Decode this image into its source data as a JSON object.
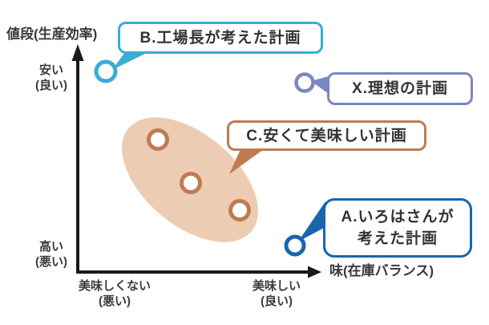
{
  "diagram": {
    "y_axis": {
      "title": "値段(生産効率)",
      "top_label": "安い\n(良い)",
      "bottom_label": "高い\n(悪い)"
    },
    "x_axis": {
      "title": "味(在庫バランス)",
      "left_label": "美味しくない\n(悪い)",
      "right_label": "美味しい\n(良い)"
    },
    "callouts": {
      "b": {
        "label": "B.工場長が考えた計画",
        "color": "#3badd2"
      },
      "x": {
        "label": "X.理想の計画",
        "color": "#7c86c0"
      },
      "c": {
        "label": "C.安くて美味しい計画",
        "color": "#bf7b51"
      },
      "a": {
        "label": "A.いろはさんが\n考えた計画",
        "color": "#1a66ae"
      }
    },
    "cluster_highlight_color": "#eccdb3",
    "axis_color": "#1a1a1a",
    "point_fill": "#ffffff"
  },
  "chart_data": {
    "type": "scatter",
    "title": "",
    "xlabel": "味(在庫バランス)",
    "ylabel": "値段(生産効率)",
    "x_tick_labels": [
      "美味しくない(悪い)",
      "美味しい(良い)"
    ],
    "y_tick_labels": [
      "高い(悪い)",
      "安い(良い)"
    ],
    "axis_scale": "qualitative, normalized 0 (bad) to 1 (good)",
    "grid": false,
    "legend": "none, labels attached via speech-bubble callouts",
    "series": [
      {
        "name": "B.工場長が考えた計画",
        "color": "#3badd2",
        "points": [
          {
            "x": 0.12,
            "y": 0.9
          }
        ]
      },
      {
        "name": "X.理想の計画",
        "color": "#7c86c0",
        "points": [
          {
            "x": 0.97,
            "y": 0.84
          }
        ]
      },
      {
        "name": "C.安くて美味しい計画",
        "color": "#bf7b51",
        "points": [
          {
            "x": 0.34,
            "y": 0.59
          },
          {
            "x": 0.48,
            "y": 0.4
          },
          {
            "x": 0.69,
            "y": 0.28
          }
        ],
        "highlight": "grouped by tilted tan ellipse"
      },
      {
        "name": "A.いろはさんが考えた計画",
        "color": "#1a66ae",
        "points": [
          {
            "x": 0.92,
            "y": 0.12
          }
        ]
      }
    ]
  }
}
